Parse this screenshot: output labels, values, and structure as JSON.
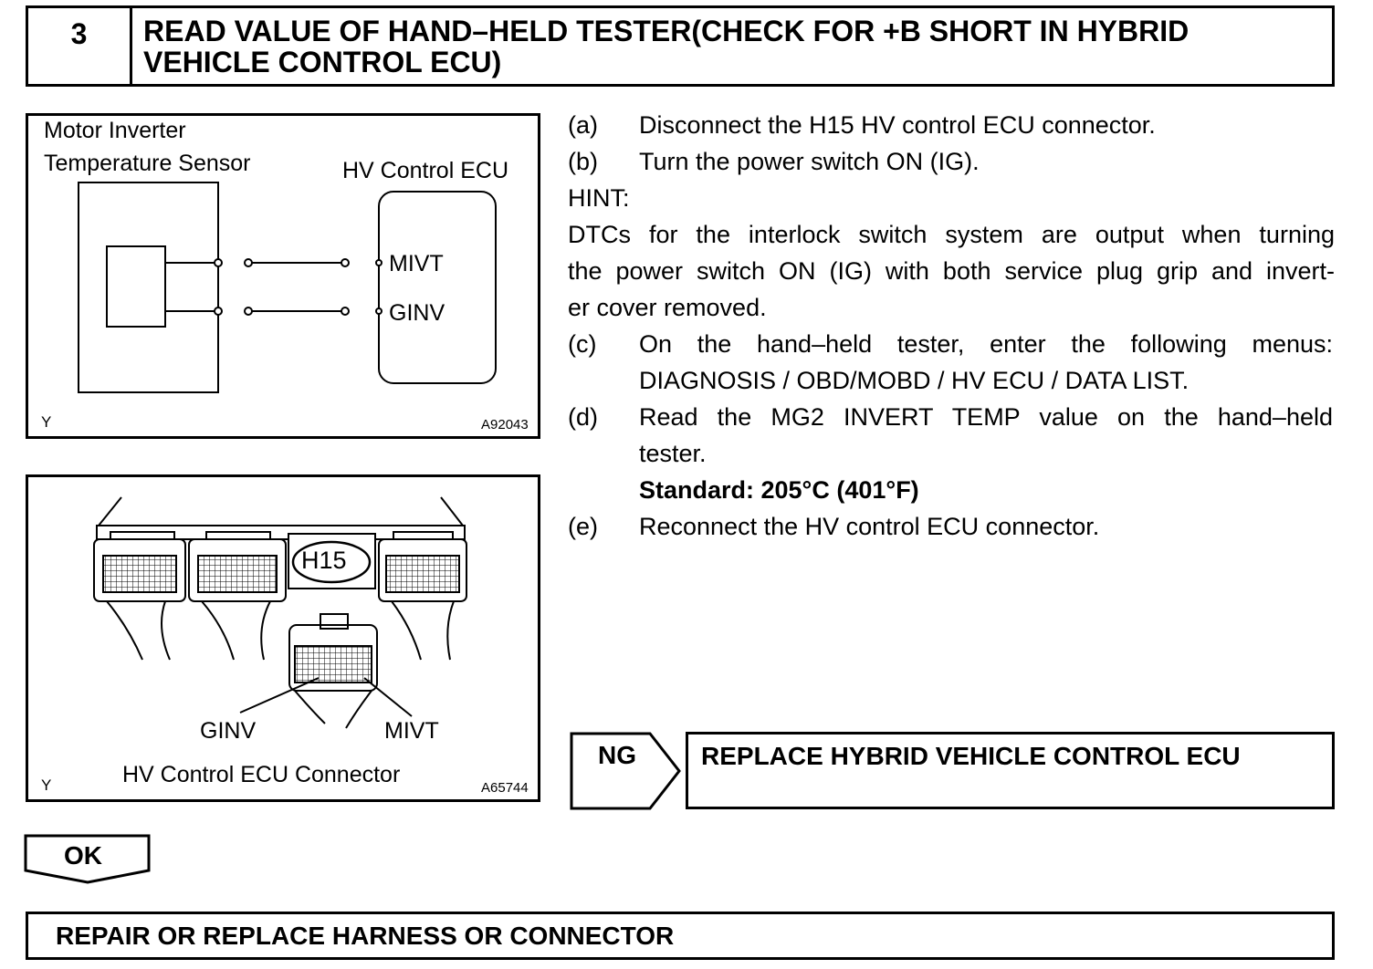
{
  "header": {
    "step_number": "3",
    "title_line1": "READ VALUE OF HAND–HELD TESTER(CHECK FOR +B SHORT IN HYBRID",
    "title_line2": "VEHICLE CONTROL ECU)"
  },
  "wiring_diagram": {
    "sensor_label_line1": "Motor Inverter",
    "sensor_label_line2": "Temperature Sensor",
    "ecu_label": "HV Control ECU",
    "pin_mivt": "MIVT",
    "pin_ginv": "GINV",
    "corner_mark": "Y",
    "figure_id": "A92043"
  },
  "connector_diagram": {
    "connector_id": "H15",
    "pin_ginv": "GINV",
    "pin_mivt": "MIVT",
    "caption": "HV Control ECU Connector",
    "corner_mark": "Y",
    "figure_id": "A65744"
  },
  "instructions": {
    "a_label": "(a)",
    "a_text": "Disconnect the H15 HV control ECU connector.",
    "b_label": "(b)",
    "b_text": "Turn the power switch ON (IG).",
    "hint_label": "HINT:",
    "hint_line1": "DTCs for the interlock switch system are output when turning",
    "hint_line2": "the power switch ON (IG) with both service plug grip and invert-",
    "hint_line3": "er cover removed.",
    "c_label": "(c)",
    "c_line1": "On the hand–held tester, enter the following menus:",
    "c_line2": "DIAGNOSIS / OBD/MOBD / HV ECU / DATA LIST.",
    "d_label": "(d)",
    "d_line1": "Read the MG2 INVERT TEMP value on the hand–held",
    "d_line2": "tester.",
    "standard": "Standard: 205°C (401°F)",
    "e_label": "(e)",
    "e_text": "Reconnect the HV control ECU connector."
  },
  "results": {
    "ng_label": "NG",
    "ng_action": "REPLACE HYBRID VEHICLE CONTROL ECU",
    "ok_label": "OK",
    "ok_action": "REPAIR OR REPLACE HARNESS OR CONNECTOR"
  }
}
